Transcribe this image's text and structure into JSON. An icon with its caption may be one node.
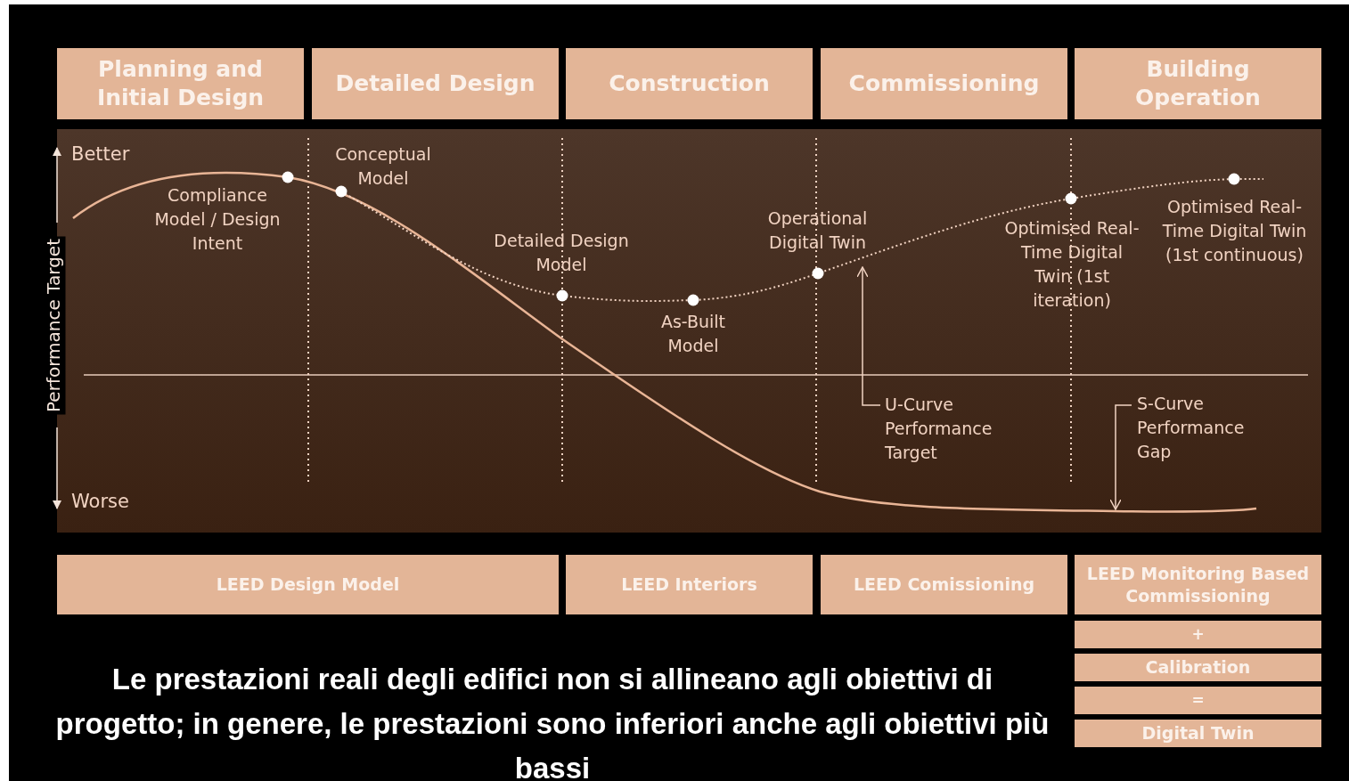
{
  "diagram": {
    "caption": "Le prestazioni reali degli edifici non si allineano agli obiettivi di progetto; in genere, le prestazioni sono inferiori anche agli obiettivi più bassi",
    "nodes": [
      {
        "text": [
          "Planning and Initial Design"
        ]
      },
      {
        "text": [
          "Detailed Design"
        ]
      },
      {
        "text": [
          "Construction"
        ]
      },
      {
        "text": [
          "Commissioning"
        ]
      },
      {
        "text": [
          "Building Operation"
        ]
      },
      {
        "text": [
          "LEED Design Model"
        ]
      },
      {
        "text": [
          "LEED Interiors"
        ]
      },
      {
        "text": [
          "LEED Comissioning"
        ]
      },
      {
        "text": [
          "LEED Monitoring Based Commissioning"
        ]
      },
      {
        "text": [
          "+"
        ]
      },
      {
        "text": [
          "Calibration"
        ]
      },
      {
        "text": [
          "="
        ]
      },
      {
        "text": [
          "Digital Twin"
        ]
      }
    ],
    "labels": [
      "Better",
      "Worse",
      "Performance Target",
      "Compliance Model / Design Intent",
      "Conceptual Model",
      "Detailed Design Model",
      "As-Built Model",
      "Operational Digital Twin",
      "Optimised Real-Time Digital Twin (1st iteration)",
      "Optimised Real-Time Digital Twin (1st continuous)",
      "U-Curve Performance Target",
      "S-Curve Performance Gap"
    ]
  }
}
